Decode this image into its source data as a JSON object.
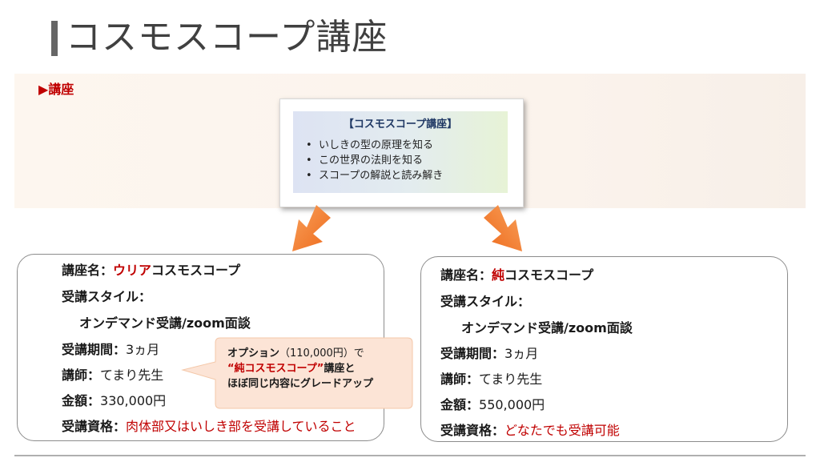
{
  "page_title": "コスモスコープ講座",
  "section_label": "▶講座",
  "summary": {
    "title": "【コスモスコープ講座】",
    "items": [
      "いしきの型の原理を知る",
      "この世界の法則を知る",
      "スコープの解説と読み解き"
    ]
  },
  "left_course": {
    "name_label": "講座名：",
    "name_highlight": "ウリア",
    "name_rest": "コスモスコープ",
    "style_label": "受講スタイル：",
    "style_value": "オンデマンド受講/zoom面談",
    "period_label": "受講期間：",
    "period_value": "3ヵ月",
    "teacher_label": "講師：",
    "teacher_value": "てまり先生",
    "price_label": "金額：",
    "price_value": "330,000円",
    "qualification_label": "受講資格：",
    "qualification_value": "肉体部又はいしき部を受講していること"
  },
  "right_course": {
    "name_label": "講座名：",
    "name_highlight": "純",
    "name_rest": "コスモスコープ",
    "style_label": "受講スタイル：",
    "style_value": "オンデマンド受講/zoom面談",
    "period_label": "受講期間：",
    "period_value": "3ヵ月",
    "teacher_label": "講師：",
    "teacher_value": "てまり先生",
    "price_label": "金額：",
    "price_value": "550,000円",
    "qualification_label": "受講資格：",
    "qualification_value": "どなたでも受講可能"
  },
  "callout": {
    "line1_bold": "オプション",
    "line1_price": "（110,000円）で",
    "line2_red": "“純コスモスコープ”",
    "line2_rest": "講座と",
    "line3": "ほぼ同じ内容にグレードアップ"
  },
  "colors": {
    "accent_red": "#c00000",
    "arrow_orange": "#f37021",
    "callout_fill": "#fce4d6",
    "summary_title": "#1f3864"
  }
}
